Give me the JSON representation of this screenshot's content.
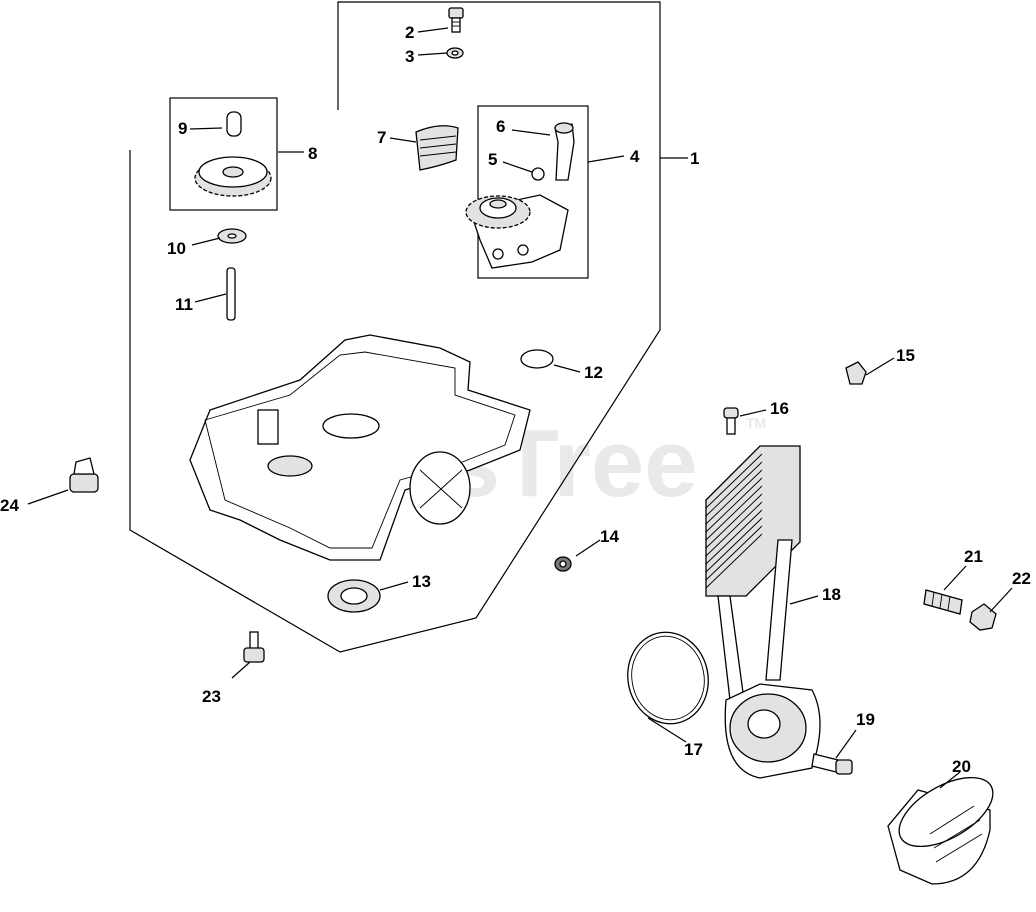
{
  "watermark": {
    "text": "PartsTree",
    "tm": "TM"
  },
  "callouts": [
    "1",
    "2",
    "3",
    "4",
    "5",
    "6",
    "7",
    "8",
    "9",
    "10",
    "11",
    "12",
    "13",
    "14",
    "15",
    "16",
    "17",
    "18",
    "19",
    "20",
    "21",
    "22",
    "23",
    "24"
  ]
}
